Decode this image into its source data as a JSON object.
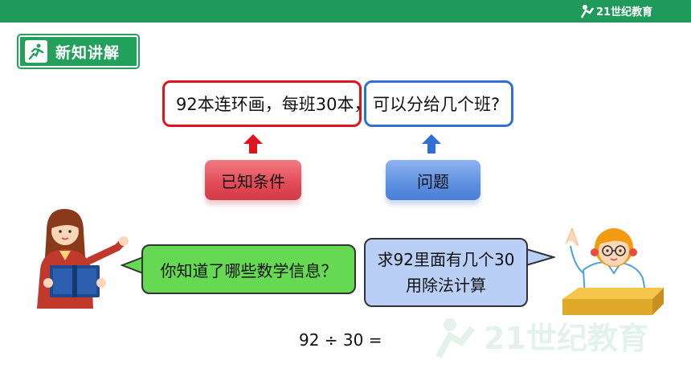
{
  "header": {
    "brand_text": "21世纪教育",
    "brand_color": "#1f9a5a"
  },
  "section_badge": {
    "label": "新知讲解",
    "icon": "runner-icon",
    "color": "#22a05c"
  },
  "question": {
    "condition_text": "92本连环画，每班30本，",
    "question_text": "可以分给几个班?",
    "condition_color": "#e0141f",
    "question_color": "#2f6fd6"
  },
  "tags": {
    "known_condition": "已知条件",
    "problem": "问题"
  },
  "dialogue": {
    "teacher": "你知道了哪些数学信息？",
    "student_line1": "求92里面有几个30",
    "student_line2": "用除法计算"
  },
  "equation": "92 ÷ 30 ="
}
